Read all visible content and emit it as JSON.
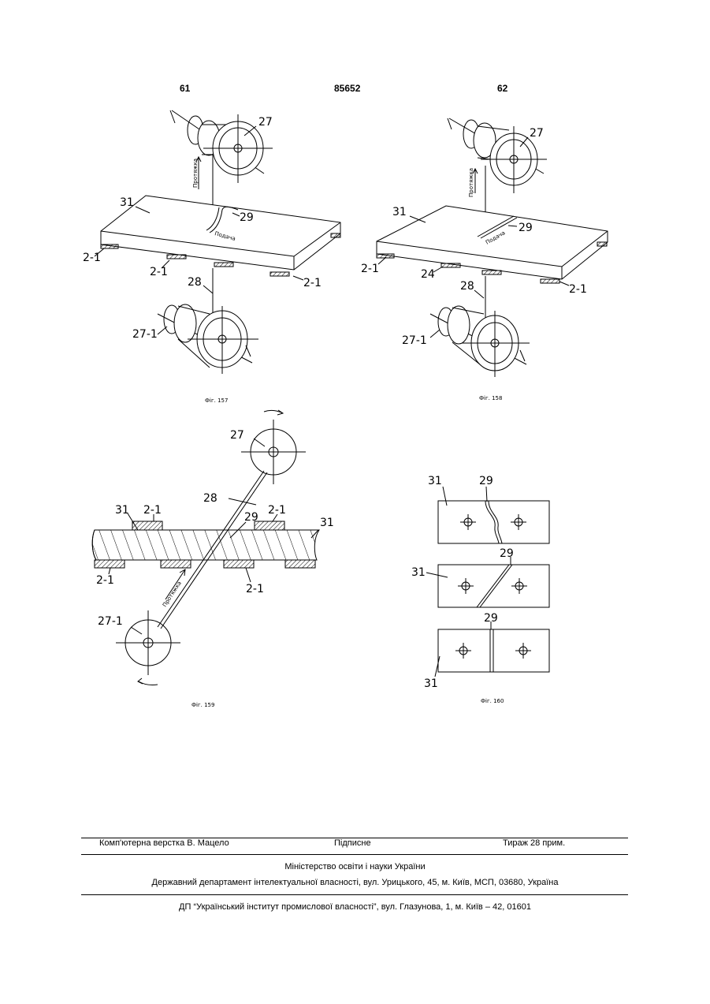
{
  "header": {
    "left_page": "61",
    "patent_number": "85652",
    "right_page": "62"
  },
  "fig157": {
    "caption": "Фіг. 157",
    "labels": {
      "upper_roll": "27",
      "plate": "31",
      "seam": "29",
      "support_left": "2-1",
      "support_mid": "2-1",
      "support_right": "2-1",
      "tape": "28",
      "lower_roll": "27-1"
    },
    "pull_text": "Протяжка",
    "feed_text": "Подача"
  },
  "fig158": {
    "caption": "Фіг. 158",
    "labels": {
      "upper_roll": "27",
      "plate": "31",
      "seam": "29",
      "support_left": "2-1",
      "support_mid": "24",
      "support_right": "2-1",
      "tape": "28",
      "lower_roll": "27-1"
    },
    "pull_text": "Протяжка",
    "feed_text": "Подача"
  },
  "fig159": {
    "caption": "Фіг. 159",
    "labels": {
      "upper_roll": "27",
      "tape": "28",
      "plate_left": "31",
      "plate_right": "31",
      "seam": "29",
      "support_top_left": "2-1",
      "support_top_right": "2-1",
      "support_bottom_left": "2-1",
      "support_bottom_mid": "2-1",
      "lower_roll": "27-1"
    },
    "pull_text": "Протяжка"
  },
  "fig160": {
    "caption": "Фіг. 160",
    "labels": {
      "plate_a": "31",
      "seam_a": "29",
      "plate_b": "31",
      "seam_b": "29",
      "seam_c": "29",
      "plate_c": "31"
    }
  },
  "footer": {
    "layout_credit": "Комп'ютерна верстка В. Мацело",
    "subscription": "Підписне",
    "circulation": "Тираж 28 прим.",
    "ministry": "Міністерство освіти і науки України",
    "department": "Державний департамент інтелектуальної власності, вул. Урицького, 45, м. Київ, МСП, 03680, Україна",
    "institute": "ДП “Український інститут промислової власності”, вул. Глазунова, 1, м. Київ – 42, 01601"
  }
}
